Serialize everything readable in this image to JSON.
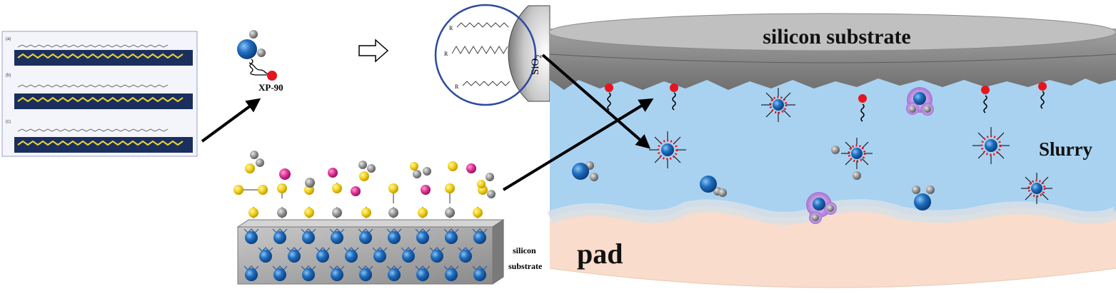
{
  "labels": {
    "xp90": "XP-90",
    "sio2": "SiO2",
    "silicon_substrate_top": "silicon substrate",
    "slurry": "Slurry",
    "pad": "pad",
    "silicon_substrate_bottom_line1": "silicon",
    "silicon_substrate_bottom_line2": "substrate"
  },
  "panel_captions": [
    "(a) ",
    "(b) ",
    "(c) "
  ],
  "colors": {
    "slurry_blue": "#a9d2f0",
    "pad_pink": "#f9dccb",
    "substrate_gray": "#8c8c8c",
    "silicon_blue": "#1e6fc0",
    "hydroxyl_yellow": "#f2d21b",
    "magenta": "#e0339a",
    "red_head": "#e8141c",
    "purple_halo": "#c9a3e6"
  },
  "icons": [
    "arrow-icon",
    "hollow-arrow-icon",
    "zoom-circle-icon",
    "surfactant-icon"
  ]
}
